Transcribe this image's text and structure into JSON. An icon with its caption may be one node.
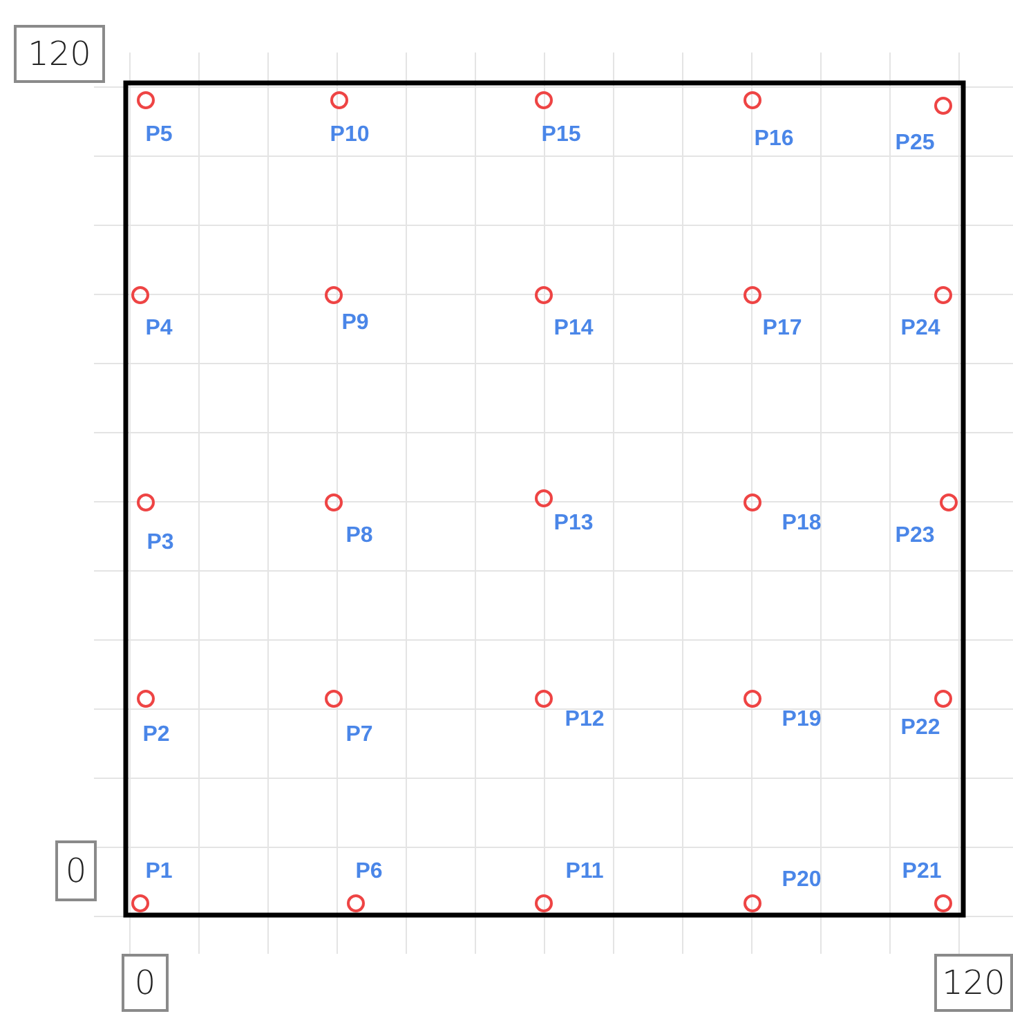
{
  "diagram": {
    "nodes": [
      {
        "text": [
          "120"
        ]
      },
      {
        "text": [
          "0"
        ]
      },
      {
        "text": [
          "0"
        ]
      },
      {
        "text": [
          "120"
        ]
      },
      {
        "text": [],
        "shape": "circle",
        "beside": [
          "P1"
        ]
      },
      {
        "text": [],
        "shape": "circle",
        "beside": [
          "P2"
        ]
      },
      {
        "text": [],
        "shape": "circle",
        "beside": [
          "P3"
        ]
      },
      {
        "text": [],
        "shape": "circle",
        "beside": [
          "P4"
        ]
      },
      {
        "text": [],
        "shape": "circle",
        "beside": [
          "P5"
        ]
      },
      {
        "text": [],
        "shape": "circle",
        "beside": [
          "P6"
        ]
      },
      {
        "text": [],
        "shape": "circle",
        "beside": [
          "P7"
        ]
      },
      {
        "text": [],
        "shape": "circle",
        "beside": [
          "P8"
        ]
      },
      {
        "text": [],
        "shape": "circle",
        "beside": [
          "P9"
        ]
      },
      {
        "text": [],
        "shape": "circle",
        "beside": [
          "P10"
        ]
      },
      {
        "text": [],
        "shape": "circle",
        "beside": [
          "P11"
        ]
      },
      {
        "text": [],
        "shape": "circle",
        "beside": [
          "P12"
        ]
      },
      {
        "text": [],
        "shape": "circle",
        "beside": [
          "P13"
        ]
      },
      {
        "text": [],
        "shape": "circle",
        "beside": [
          "P14"
        ]
      },
      {
        "text": [],
        "shape": "circle",
        "beside": [
          "P15"
        ]
      },
      {
        "text": [],
        "shape": "circle",
        "beside": [
          "P16"
        ]
      },
      {
        "text": [],
        "shape": "circle",
        "beside": [
          "P17"
        ]
      },
      {
        "text": [],
        "shape": "circle",
        "beside": [
          "P18"
        ]
      },
      {
        "text": [],
        "shape": "circle",
        "beside": [
          "P19"
        ]
      },
      {
        "text": [],
        "shape": "circle",
        "beside": [
          "P20"
        ]
      },
      {
        "text": [],
        "shape": "circle",
        "beside": [
          "P21"
        ]
      },
      {
        "text": [],
        "shape": "circle",
        "beside": [
          "P22"
        ]
      },
      {
        "text": [],
        "shape": "circle",
        "beside": [
          "P23"
        ]
      },
      {
        "text": [],
        "shape": "circle",
        "beside": [
          "P24"
        ]
      },
      {
        "text": [],
        "shape": "circle",
        "beside": [
          "P25"
        ]
      }
    ]
  }
}
